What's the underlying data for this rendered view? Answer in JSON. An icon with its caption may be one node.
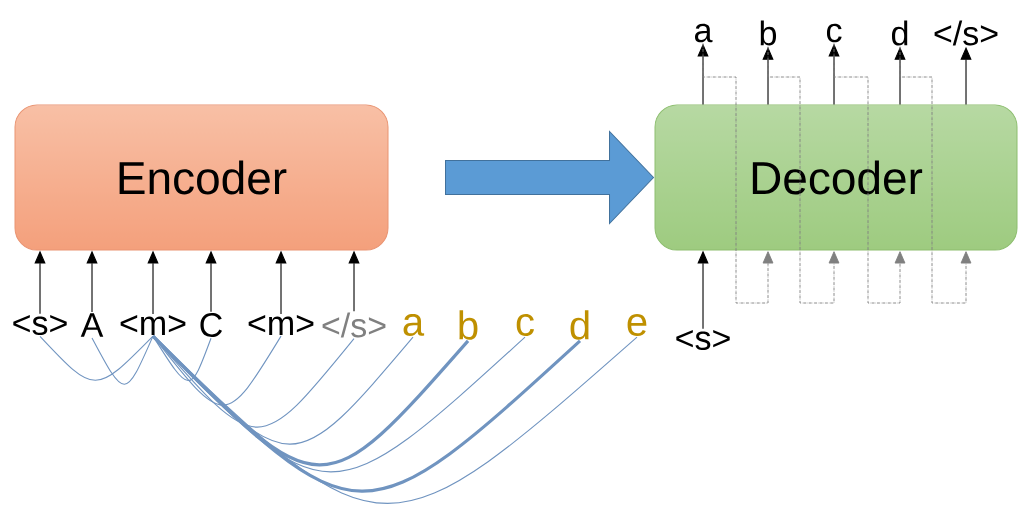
{
  "diagram": {
    "nodes": [
      {
        "text": [
          "Encoder"
        ]
      },
      {
        "text": [
          "Decoder"
        ]
      },
      {
        "text": [
          "<s>"
        ]
      },
      {
        "text": [
          "A"
        ]
      },
      {
        "text": [
          "<m>"
        ]
      },
      {
        "text": [
          "C"
        ]
      },
      {
        "text": [
          "<m>"
        ]
      },
      {
        "text": [
          "</s>"
        ]
      },
      {
        "text": [
          "a"
        ]
      },
      {
        "text": [
          "b"
        ]
      },
      {
        "text": [
          "c"
        ]
      },
      {
        "text": [
          "d"
        ]
      },
      {
        "text": [
          "e"
        ]
      },
      {
        "text": [
          "a"
        ]
      },
      {
        "text": [
          "b"
        ]
      },
      {
        "text": [
          "c"
        ]
      },
      {
        "text": [
          "d"
        ]
      },
      {
        "text": [
          "</s>"
        ]
      },
      {
        "text": [
          "<s>"
        ]
      }
    ],
    "edges": [
      {
        "from": 2,
        "to": 0,
        "arrow": "to"
      },
      {
        "from": 3,
        "to": 0,
        "arrow": "to"
      },
      {
        "from": 4,
        "to": 0,
        "arrow": "to"
      },
      {
        "from": 5,
        "to": 0,
        "arrow": "to"
      },
      {
        "from": 6,
        "to": 0,
        "arrow": "to"
      },
      {
        "from": 7,
        "to": 0,
        "arrow": "to"
      },
      {
        "from": 0,
        "to": 1,
        "arrow": "to",
        "style": "thick",
        "color": "#5b9bd5"
      },
      {
        "from": 18,
        "to": 1,
        "arrow": "to"
      },
      {
        "from": 1,
        "to": 13,
        "arrow": "to"
      },
      {
        "from": 1,
        "to": 14,
        "arrow": "to"
      },
      {
        "from": 1,
        "to": 15,
        "arrow": "to"
      },
      {
        "from": 1,
        "to": 16,
        "arrow": "to"
      },
      {
        "from": 1,
        "to": 17,
        "arrow": "to"
      },
      {
        "from": 13,
        "to": 1,
        "arrow": "to",
        "style": "dashed",
        "color": "#808080"
      },
      {
        "from": 14,
        "to": 1,
        "arrow": "to",
        "style": "dashed",
        "color": "#808080"
      },
      {
        "from": 15,
        "to": 1,
        "arrow": "to",
        "style": "dashed",
        "color": "#808080"
      },
      {
        "from": 16,
        "to": 1,
        "arrow": "to",
        "style": "dashed",
        "color": "#808080"
      },
      {
        "from": 2,
        "to": 4,
        "arrow": "none",
        "color": "#7094c0"
      },
      {
        "from": 3,
        "to": 4,
        "arrow": "none",
        "color": "#7094c0"
      },
      {
        "from": 4,
        "to": 5,
        "arrow": "none",
        "color": "#7094c0"
      },
      {
        "from": 4,
        "to": 6,
        "arrow": "none",
        "color": "#7094c0"
      },
      {
        "from": 4,
        "to": 7,
        "arrow": "none",
        "color": "#7094c0"
      },
      {
        "from": 4,
        "to": 8,
        "arrow": "none",
        "color": "#7094c0"
      },
      {
        "from": 4,
        "to": 9,
        "arrow": "none",
        "style": "thick",
        "color": "#7094c0"
      },
      {
        "from": 4,
        "to": 10,
        "arrow": "none",
        "color": "#7094c0"
      },
      {
        "from": 4,
        "to": 11,
        "arrow": "none",
        "style": "thick",
        "color": "#7094c0"
      },
      {
        "from": 4,
        "to": 12,
        "arrow": "none",
        "color": "#7094c0"
      }
    ]
  }
}
